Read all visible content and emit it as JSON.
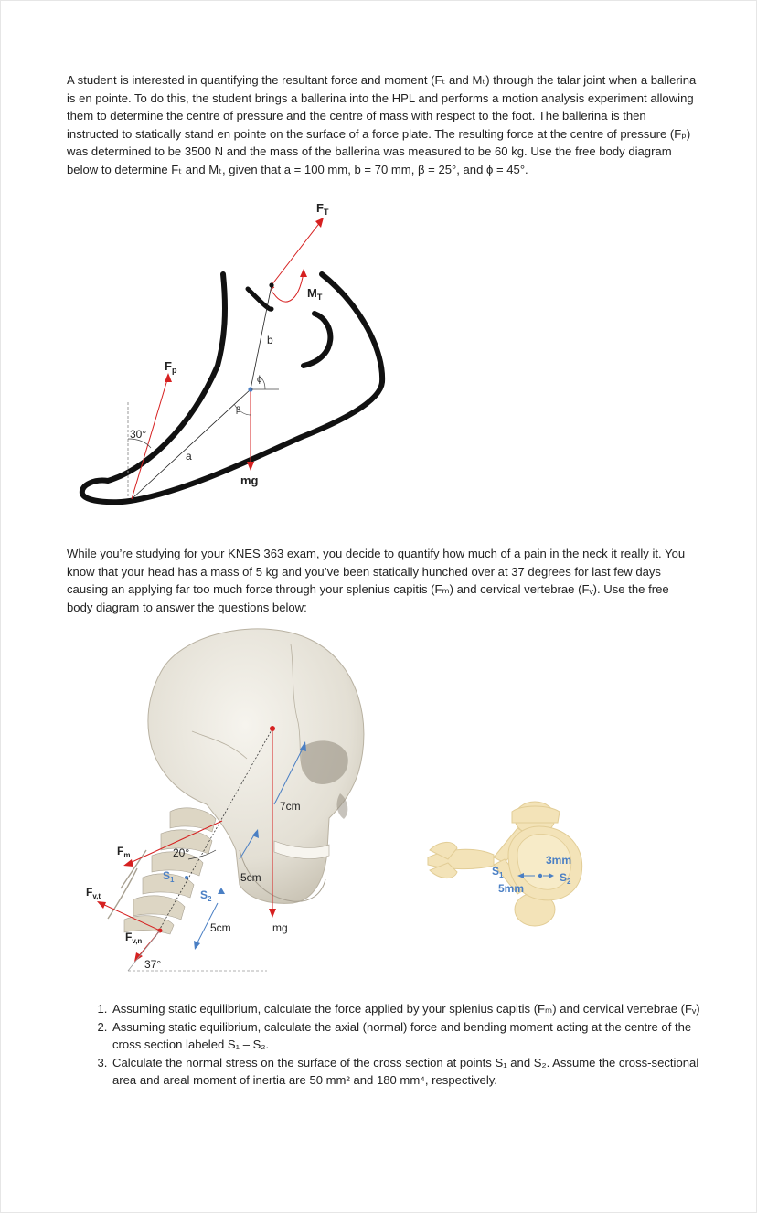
{
  "problem1": {
    "text": "A student is interested in quantifying the resultant force and moment (Fₜ and Mₜ) through the talar joint when a ballerina is en pointe. To do this, the student brings a ballerina into the HPL and performs a motion analysis experiment allowing them to determine the centre of pressure and the centre of mass with respect to the foot. The ballerina is then instructed to statically stand en pointe on the surface of a force plate. The resulting force at the centre of pressure (Fₚ) was determined to be 3500 N and the mass of the ballerina was measured to be 60 kg. Use the free body diagram below to determine Fₜ and Mₜ, given that a = 100 mm, b = 70 mm, β = 25°, and ϕ = 45°."
  },
  "foot_diagram": {
    "labels": {
      "ft": "F",
      "ft_sub": "T",
      "mt": "M",
      "mt_sub": "T",
      "fp": "F",
      "fp_sub": "p",
      "angle30": "30°",
      "a": "a",
      "b": "b",
      "phi": "ϕ",
      "beta": "β",
      "mg": "mg"
    }
  },
  "problem2": {
    "text": "While you’re studying for your KNES 363 exam, you decide to quantify how much of a pain in the neck it really it. You know that your head has a mass of 5 kg and you’ve been statically hunched over at 37 degrees for last few days causing an applying far too much force through your splenius capitis (Fₘ) and cervical vertebrae (Fᵥ). Use the free body diagram to answer the questions below:"
  },
  "skull_diagram": {
    "labels": {
      "fm": "F",
      "fm_sub": "m",
      "fvt": "F",
      "fvt_sub": "v,t",
      "fvn": "F",
      "fvn_sub": "v,n",
      "angle20": "20°",
      "angle37": "37°",
      "s1": "S",
      "s1_sub": "1",
      "s2": "S",
      "s2_sub": "2",
      "d7cm": "7cm",
      "d5cm_a": "5cm",
      "d5cm_b": "5cm",
      "mg": "mg"
    }
  },
  "vertebra_diagram": {
    "labels": {
      "s1": "S",
      "s1_sub": "1",
      "s2": "S",
      "s2_sub": "2",
      "d3mm": "3mm",
      "d5mm": "5mm"
    }
  },
  "questions": [
    "Assuming static equilibrium, calculate the force applied by your splenius capitis (Fₘ) and cervical vertebrae (Fᵥ)",
    "Assuming static equilibrium, calculate the axial (normal) force and bending moment acting at the centre of the cross section labeled S₁ – S₂.",
    "Calculate the normal stress on the surface of the cross section at points S₁ and S₂. Assume the cross-sectional area and areal moment of inertia are 50 mm² and 180 mm⁴, respectively."
  ],
  "colors": {
    "force_red": "#d62020",
    "dimension_blue": "#4a7fc4",
    "bone": "#f3e3b8",
    "skull": "#e9e6dd"
  }
}
